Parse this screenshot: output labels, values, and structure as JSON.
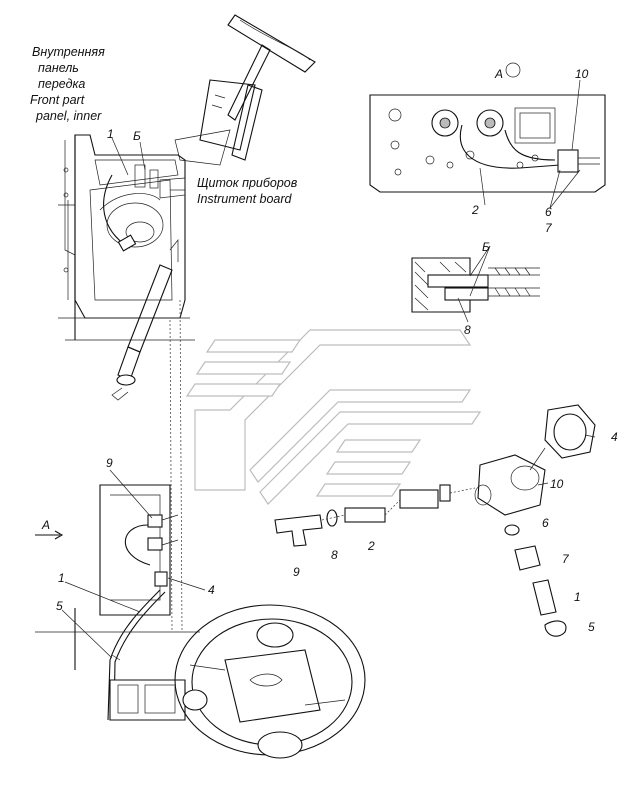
{
  "captions": {
    "inner_panel": [
      "Внутренняя",
      "панель",
      "передка",
      "Front part",
      "panel, inner"
    ],
    "instrument_board": [
      "Щиток приборов",
      "Instrument board"
    ]
  },
  "view_labels": {
    "view_a_top": "А",
    "view_b_top": "Б",
    "view_b_detail": "Б",
    "view_a_arrow": "А"
  },
  "callouts": {
    "c1_top": "1",
    "c10_top": "10",
    "c2_top": "2",
    "c6_top": "6",
    "c7_top": "7",
    "c8_detail": "8",
    "c4_right": "4",
    "c10_right": "10",
    "c6_right": "6",
    "c7_right": "7",
    "c1_right": "1",
    "c5_right": "5",
    "c9_bottom": "9",
    "c8_bottom": "8",
    "c2_bottom": "2",
    "c9_left": "9",
    "c1_left": "1",
    "c4_left": "4",
    "c5_left": "5"
  }
}
